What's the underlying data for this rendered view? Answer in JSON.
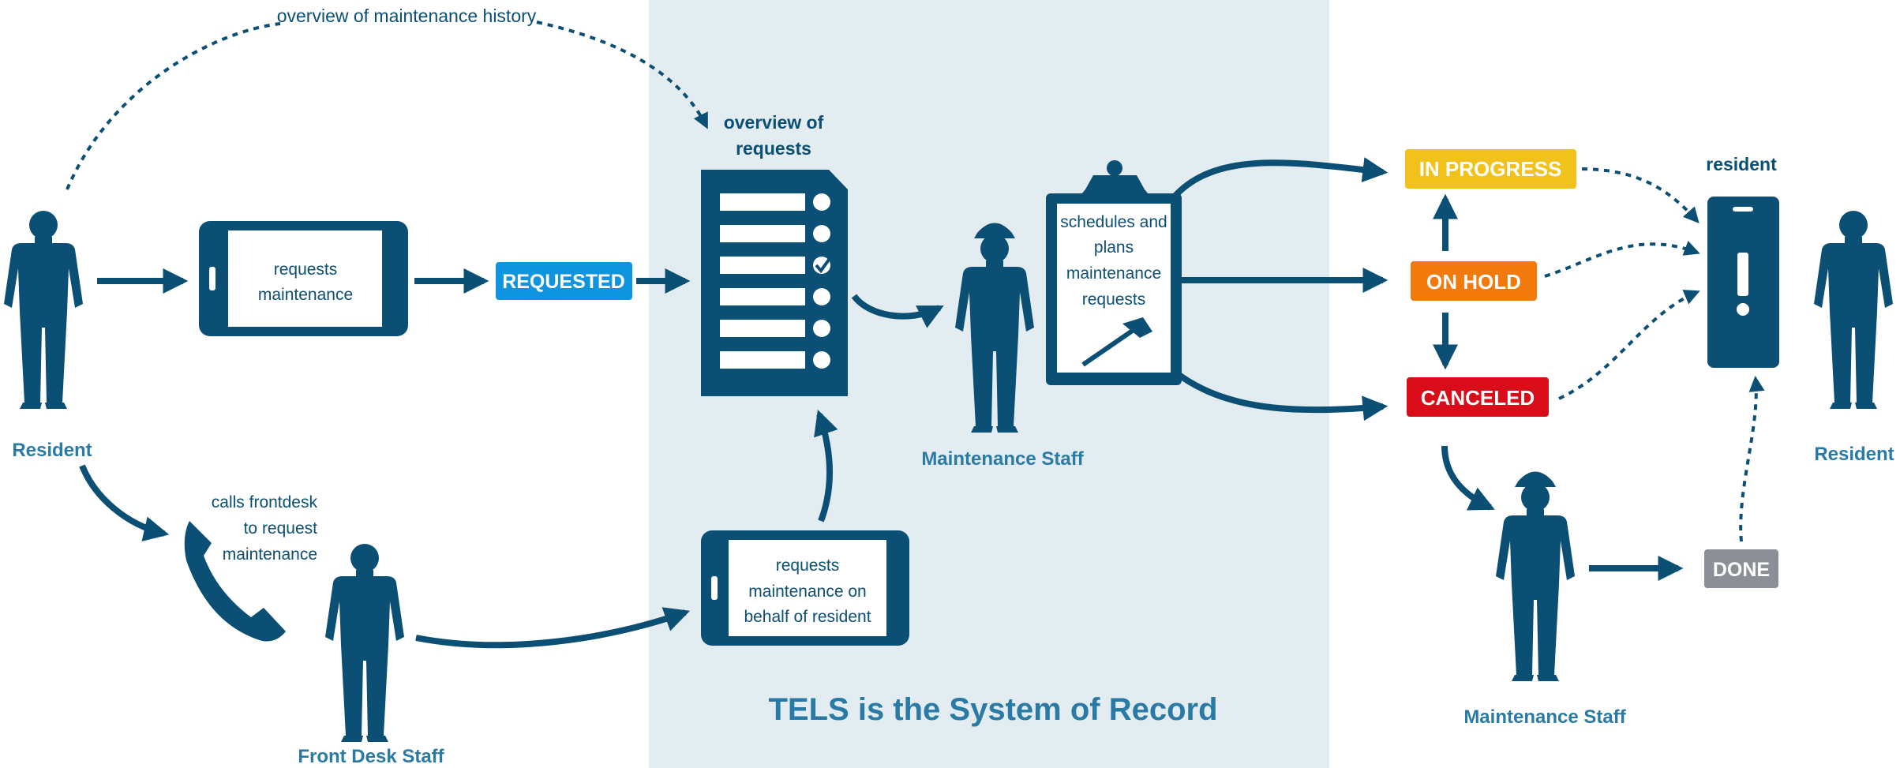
{
  "labels": {
    "history_note": "overview of maintenance history",
    "overview_line1": "overview of",
    "overview_line2": "requests",
    "phone_request_line1": "requests",
    "phone_request_line2": "maintenance",
    "call_line1": "calls frontdesk",
    "call_line2": "to request",
    "call_line3": "maintenance",
    "behalf_line1": "requests",
    "behalf_line2": "maintenance on",
    "behalf_line3": "behalf of resident",
    "clipboard_line1": "schedules and",
    "clipboard_line2": "plans",
    "clipboard_line3": "maintenance",
    "clipboard_line4": "requests",
    "resident_top_label": "resident",
    "system_of_record": "TELS is the System of Record"
  },
  "roles": {
    "resident_left": "Resident",
    "front_desk": "Front Desk Staff",
    "maintenance_center": "Maintenance Staff",
    "maintenance_right": "Maintenance Staff",
    "resident_right": "Resident"
  },
  "statuses": {
    "requested": "REQUESTED",
    "in_progress": "IN PROGRESS",
    "on_hold": "ON HOLD",
    "canceled": "CANCELED",
    "done": "DONE"
  },
  "colors": {
    "primary": "#0b4f74",
    "label_blue": "#2a7aa6",
    "shaded_band": "#e2ecf1",
    "requested": "#0f94e0",
    "in_progress": "#f1c21b",
    "on_hold": "#f27a0c",
    "canceled": "#d90d1a",
    "done": "#8c8f95"
  }
}
